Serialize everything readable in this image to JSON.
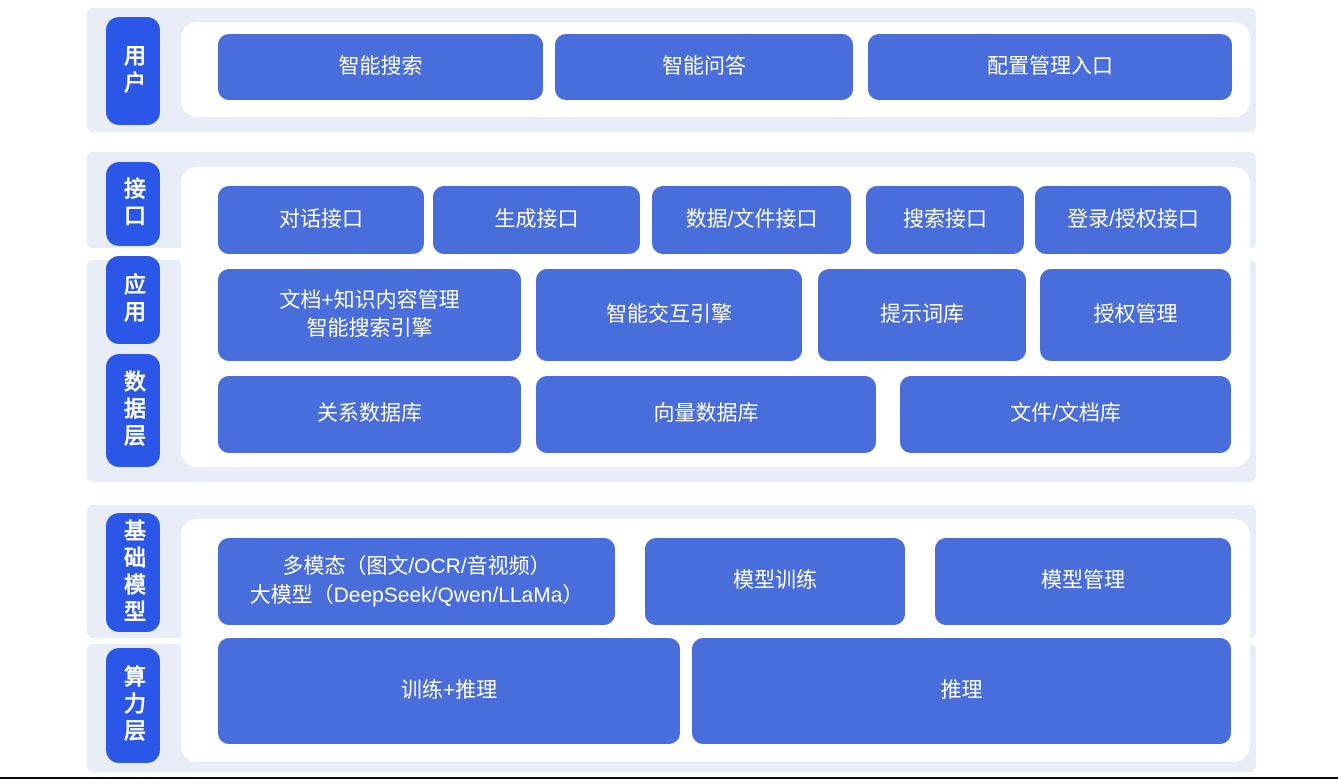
{
  "diagram": {
    "layers": {
      "user": "用户",
      "interface": "接口",
      "application": "应用",
      "data": "数据层",
      "base_model": "基础模型",
      "compute": "算力层"
    },
    "user_row": [
      "智能搜索",
      "智能问答",
      "配置管理入口"
    ],
    "interface_row": [
      "对话接口",
      "生成接口",
      "数据/文件接口",
      "搜索接口",
      "登录/授权接口"
    ],
    "application_row": [
      "文档+知识内容管理\n智能搜索引擎",
      "智能交互引擎",
      "提示词库",
      "授权管理"
    ],
    "data_row": [
      "关系数据库",
      "向量数据库",
      "文件/文档库"
    ],
    "model_row": [
      "多模态（图文/OCR/音视频）\n大模型（DeepSeek/Qwen/LLaMa）",
      "模型训练",
      "模型管理"
    ],
    "compute_row": [
      "训练+推理",
      "推理"
    ]
  },
  "colors": {
    "accent_label": "#2b57e8",
    "accent_box": "#4a6ddc",
    "panel": "#e9edf7",
    "card": "#ffffff",
    "baseline": "#0a0a0a"
  }
}
